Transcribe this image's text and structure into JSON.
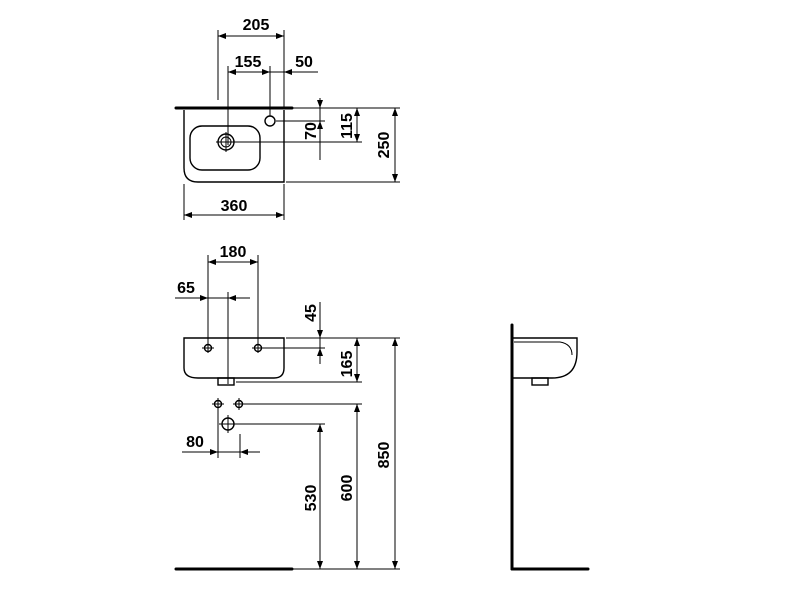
{
  "dimensions": {
    "top_width": "205",
    "top_tap_offset": "155",
    "top_tap_edge": "50",
    "top_depth_tap": "70",
    "top_depth_hole": "115",
    "top_depth": "250",
    "top_length": "360",
    "front_bolt_spacing": "180",
    "front_bolt_offset": "65",
    "front_bolt_height": "45",
    "front_height": "165",
    "waste_offset": "80",
    "waste_height": "530",
    "supply_height": "600",
    "basin_height": "850"
  }
}
